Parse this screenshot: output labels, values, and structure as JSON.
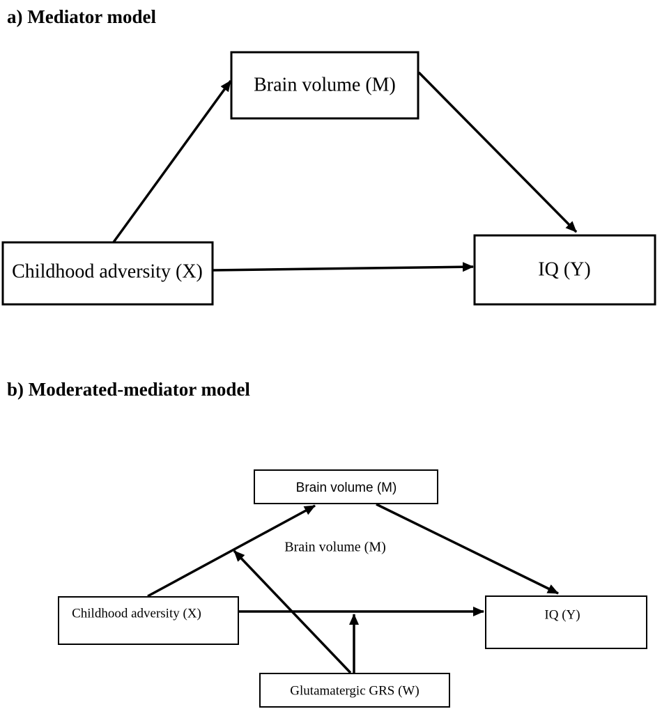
{
  "figure": {
    "colors": {
      "ink": "#000000",
      "background": "#ffffff"
    },
    "panel_a": {
      "title": "a) Mediator model",
      "nodes": {
        "mediator": "Brain volume (M)",
        "predictor": "Childhood adversity (X)",
        "outcome": "IQ (Y)"
      },
      "paths": [
        "predictor -> mediator",
        "mediator -> outcome",
        "predictor -> outcome"
      ]
    },
    "panel_b": {
      "title": "b) Moderated-mediator model",
      "nodes": {
        "mediator": "Brain volume (M)",
        "predictor": "Childhood adversity (X)",
        "outcome": "IQ (Y)",
        "moderator": "Glutamatergic GRS (W)"
      },
      "floating_label": "Brain volume (M)",
      "paths": [
        "predictor -> mediator",
        "mediator -> outcome",
        "predictor -> outcome",
        "moderator -> path(predictor->mediator)",
        "moderator -> path(predictor->outcome)"
      ]
    }
  }
}
